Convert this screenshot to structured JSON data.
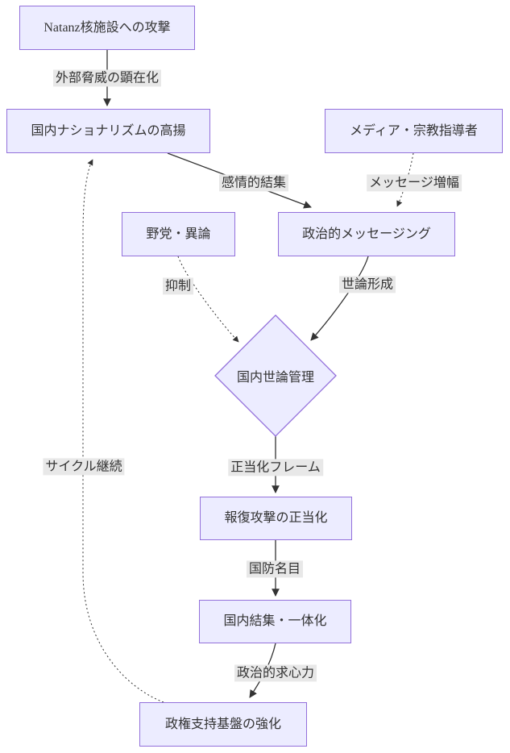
{
  "diagram": {
    "type": "flowchart",
    "direction": "top-down",
    "colors": {
      "node_fill": "#ECECFF",
      "node_border": "#9370DB",
      "text_color": "#333333",
      "edge_color": "#333333",
      "label_bg": "#e8e8e8",
      "page_bg": "#ffffff"
    },
    "nodes": {
      "natanz": {
        "label": "Natanz核施設への攻撃",
        "shape": "rect"
      },
      "nationalism": {
        "label": "国内ナショナリズムの高揚",
        "shape": "rect"
      },
      "media": {
        "label": "メディア・宗教指導者",
        "shape": "rect"
      },
      "opposition": {
        "label": "野党・異論",
        "shape": "rect"
      },
      "messaging": {
        "label": "政治的メッセージング",
        "shape": "rect"
      },
      "opinion_mgmt": {
        "label": "国内世論管理",
        "shape": "diamond"
      },
      "justification": {
        "label": "報復攻撃の正当化",
        "shape": "rect"
      },
      "unity": {
        "label": "国内結集・一体化",
        "shape": "rect"
      },
      "support_base": {
        "label": "政権支持基盤の強化",
        "shape": "rect"
      }
    },
    "edges": [
      {
        "from": "natanz",
        "to": "nationalism",
        "label": "外部脅威の顕在化",
        "style": "solid"
      },
      {
        "from": "nationalism",
        "to": "messaging",
        "label": "感情的結集",
        "style": "solid"
      },
      {
        "from": "media",
        "to": "messaging",
        "label": "メッセージ増幅",
        "style": "dotted"
      },
      {
        "from": "opposition",
        "to": "opinion_mgmt",
        "label": "抑制",
        "style": "dotted"
      },
      {
        "from": "messaging",
        "to": "opinion_mgmt",
        "label": "世論形成",
        "style": "solid"
      },
      {
        "from": "opinion_mgmt",
        "to": "justification",
        "label": "正当化フレーム",
        "style": "solid"
      },
      {
        "from": "justification",
        "to": "unity",
        "label": "国防名目",
        "style": "solid"
      },
      {
        "from": "unity",
        "to": "support_base",
        "label": "政治的求心力",
        "style": "solid"
      },
      {
        "from": "support_base",
        "to": "nationalism",
        "label": "サイクル継続",
        "style": "dotted"
      }
    ],
    "edge_labels": {
      "external_threat": "外部脅威の顕在化",
      "emotional_rally": "感情的結集",
      "message_amplify": "メッセージ増幅",
      "suppression": "抑制",
      "opinion_forming": "世論形成",
      "justification_frame": "正当化フレーム",
      "national_defense": "国防名目",
      "political_pull": "政治的求心力",
      "cycle_continue": "サイクル継続"
    }
  }
}
